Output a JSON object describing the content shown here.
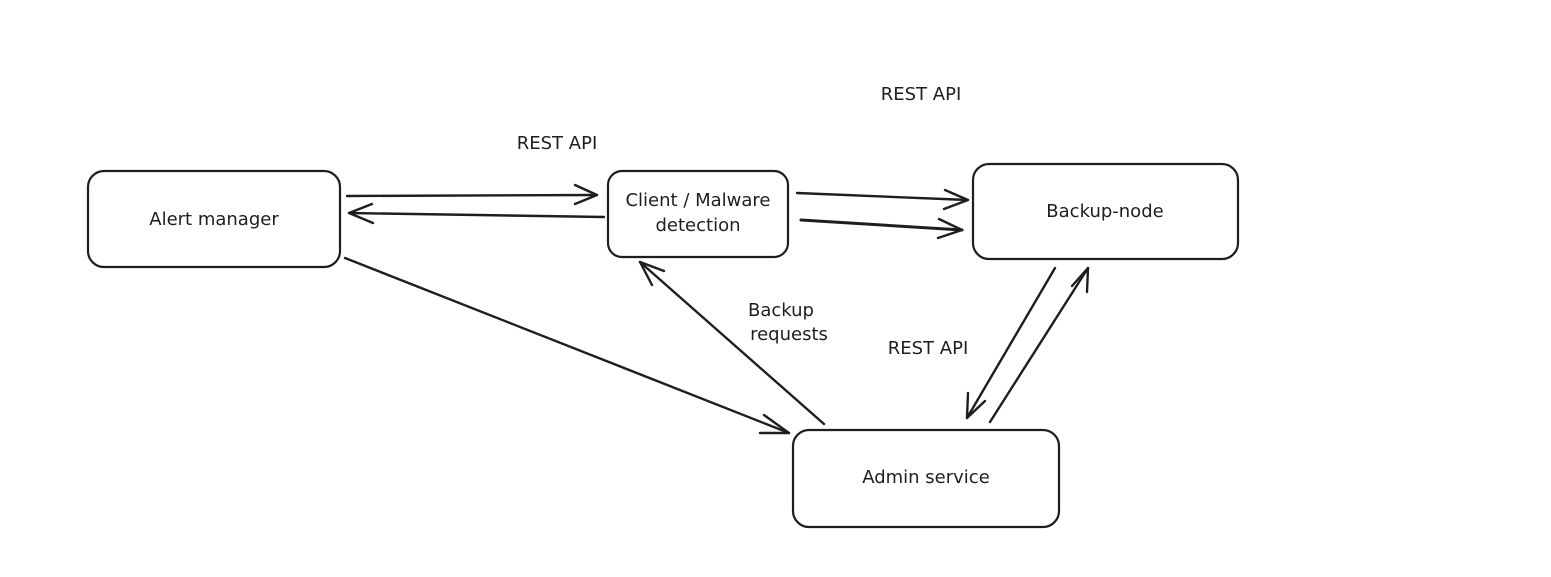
{
  "nodes": {
    "alert_manager": {
      "label": "Alert manager"
    },
    "client": {
      "label_line1": "Client / Malware",
      "label_line2": "detection"
    },
    "backup_node": {
      "label": "Backup-node"
    },
    "admin_service": {
      "label": "Admin service"
    }
  },
  "edge_labels": {
    "rest_api_alert_client": "REST API",
    "rest_api_client_backup": "REST API",
    "rest_api_backup_admin": "REST API",
    "backup_requests_line1": "Backup",
    "backup_requests_line2": "requests"
  },
  "colors": {
    "stroke": "#1e1e1e",
    "background": "#ffffff"
  }
}
